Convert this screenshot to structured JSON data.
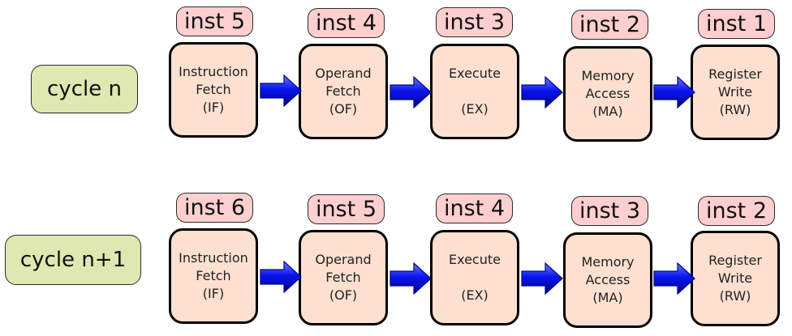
{
  "rows": [
    {
      "cycle": "cycle n",
      "stages": [
        {
          "inst": "inst 5",
          "line1": "Instruction",
          "line2": "Fetch",
          "abbr": "(IF)"
        },
        {
          "inst": "inst 4",
          "line1": "Operand",
          "line2": "Fetch",
          "abbr": "(OF)"
        },
        {
          "inst": "inst 3",
          "line1": "Execute",
          "line2": "",
          "abbr": "(EX)"
        },
        {
          "inst": "inst 2",
          "line1": "Memory",
          "line2": "Access",
          "abbr": "(MA)"
        },
        {
          "inst": "inst 1",
          "line1": "Register",
          "line2": "Write",
          "abbr": "(RW)"
        }
      ]
    },
    {
      "cycle": "cycle n+1",
      "stages": [
        {
          "inst": "inst 6",
          "line1": "Instruction",
          "line2": "Fetch",
          "abbr": "(IF)"
        },
        {
          "inst": "inst 5",
          "line1": "Operand",
          "line2": "Fetch",
          "abbr": "(OF)"
        },
        {
          "inst": "inst 4",
          "line1": "Execute",
          "line2": "",
          "abbr": "(EX)"
        },
        {
          "inst": "inst 3",
          "line1": "Memory",
          "line2": "Access",
          "abbr": "(MA)"
        },
        {
          "inst": "inst 2",
          "line1": "Register",
          "line2": "Write",
          "abbr": "(RW)"
        }
      ]
    }
  ],
  "colors": {
    "cycle_fill": "#dfe8b0",
    "inst_fill": "#ffcfcf",
    "stage_fill": "#fde0cf",
    "arrow_fill": "#0a14f0"
  }
}
